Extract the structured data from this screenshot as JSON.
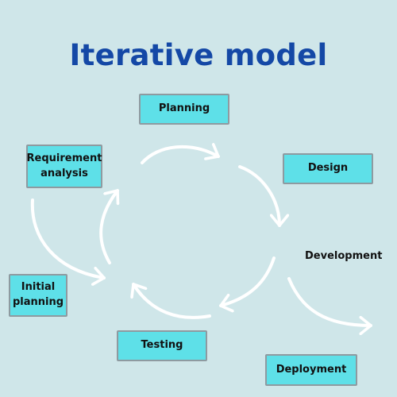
{
  "title": "Iterative model",
  "stages": {
    "planning": "Planning",
    "requirement_line1": "Requirement",
    "requirement_line2": "analysis",
    "design": "Design",
    "development": "Development",
    "testing": "Testing",
    "initial_line1": "Initial",
    "initial_line2": "planning",
    "deployment": "Deployment"
  },
  "colors": {
    "background": "#cfe6e9",
    "title": "#1448a6",
    "box_fill": "#5ee0e8",
    "box_border": "#8e9aa0",
    "arrow": "#ffffff"
  }
}
